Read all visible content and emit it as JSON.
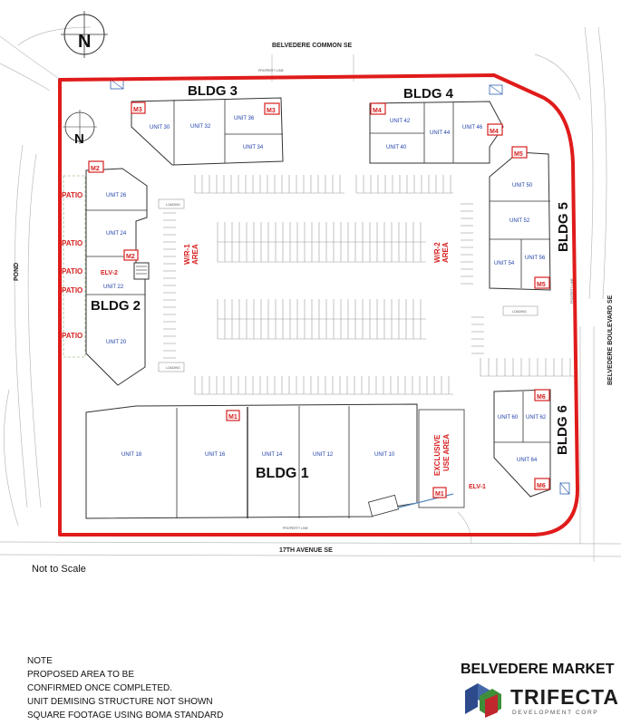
{
  "streets": {
    "north": "BELVEDERE COMMON SE",
    "south": "17TH AVENUE SE",
    "east": "BELVEDERE BOULEVARD SE",
    "west": "POND"
  },
  "property_line": "PROPERTY LINE",
  "north_arrow": "N",
  "buildings": [
    {
      "name": "BLDG 1",
      "units": [
        "UNIT 18",
        "UNIT 16",
        "UNIT 14",
        "UNIT 12",
        "UNIT 10"
      ]
    },
    {
      "name": "BLDG 2",
      "units": [
        "UNIT 26",
        "UNIT 24",
        "UNIT 22",
        "UNIT 20"
      ]
    },
    {
      "name": "BLDG 3",
      "units": [
        "UNIT 30",
        "UNIT 32",
        "UNIT 36",
        "UNIT 34"
      ]
    },
    {
      "name": "BLDG 4",
      "units": [
        "UNIT 42",
        "UNIT 44",
        "UNIT 46",
        "UNIT 40"
      ]
    },
    {
      "name": "BLDG 5",
      "units": [
        "UNIT 50",
        "UNIT 52",
        "UNIT 54",
        "UNIT 56"
      ]
    },
    {
      "name": "BLDG 6",
      "units": [
        "UNIT 60",
        "UNIT 62",
        "UNIT 64"
      ]
    }
  ],
  "meters": [
    "M1",
    "M2",
    "M3",
    "M4",
    "M5",
    "M6"
  ],
  "elevators": [
    "ELV-1",
    "ELV-2"
  ],
  "patio": "PATIO",
  "areas": {
    "wr1": [
      "W/R-1",
      "AREA"
    ],
    "wr2": [
      "W/R-2",
      "AREA"
    ],
    "exclusive": [
      "EXCLUSIVE",
      "USE AREA"
    ]
  },
  "loading": "LOADING",
  "scale_note": "Not to Scale",
  "notes": [
    "NOTE",
    "PROPOSED AREA TO BE",
    "CONFIRMED ONCE COMPLETED.",
    "UNIT DEMISING STRUCTURE NOT SHOWN",
    "SQUARE FOOTAGE USING BOMA STANDARD"
  ],
  "project_name": "BELVEDERE MARKET",
  "brand": {
    "name": "TRIFECTA",
    "tagline": "DEVELOPMENT CORP"
  },
  "colors": {
    "boundary": "#e01b1b",
    "meter": "#d62020",
    "unit_text": "#1f3fa8",
    "logo_blue": "#2c4a8c",
    "logo_green": "#3f8f3a",
    "logo_red": "#c0272d"
  }
}
